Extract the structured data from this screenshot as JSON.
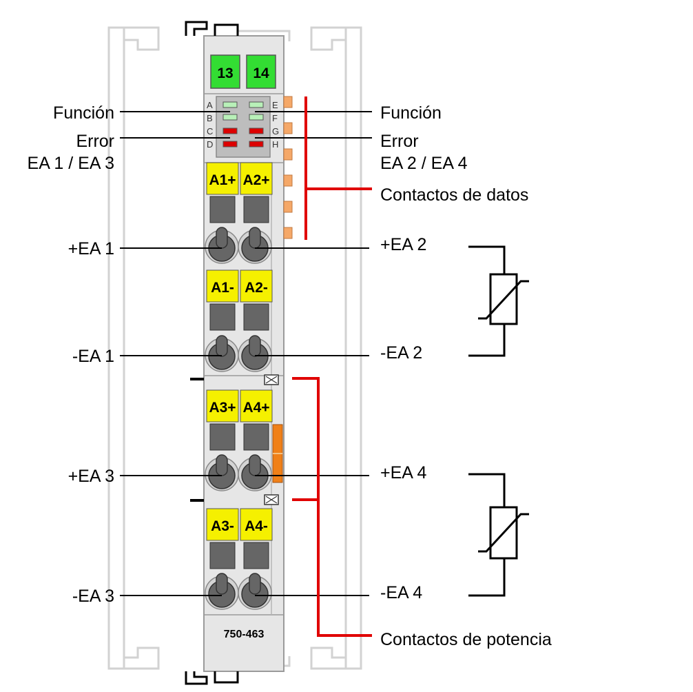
{
  "module": {
    "model": "750-463"
  },
  "top_terminals": [
    "13",
    "14"
  ],
  "led_letters_left": [
    "A",
    "B",
    "C",
    "D"
  ],
  "led_letters_right": [
    "E",
    "F",
    "G",
    "H"
  ],
  "channel_tags": {
    "row1": [
      "A1+",
      "A2+"
    ],
    "row2": [
      "A1-",
      "A2-"
    ],
    "row3": [
      "A3+",
      "A4+"
    ],
    "row4": [
      "A3-",
      "A4-"
    ]
  },
  "labels_left": {
    "funcion": "Función",
    "error": "Error",
    "ea13": "EA 1 / EA 3",
    "pea1": "+EA 1",
    "mea1": "-EA 1",
    "pea3": "+EA 3",
    "mea3": "-EA 3"
  },
  "labels_right": {
    "funcion": "Función",
    "error": "Error",
    "ea24": "EA 2 / EA 4",
    "datos": "Contactos de datos",
    "pea2": "+EA 2",
    "mea2": "-EA 2",
    "pea4": "+EA 4",
    "mea4": "-EA 4",
    "potencia": "Contactos de potencia"
  },
  "colors": {
    "terminal_green": "#33dd33",
    "tag_yellow": "#f5f000",
    "led_green": "#b8f0b8",
    "led_red": "#dd0000",
    "module_gray": "#e6e6e6",
    "contact_orange": "#f5a868",
    "power_orange": "#f08018",
    "annotation_red": "#e00000"
  }
}
